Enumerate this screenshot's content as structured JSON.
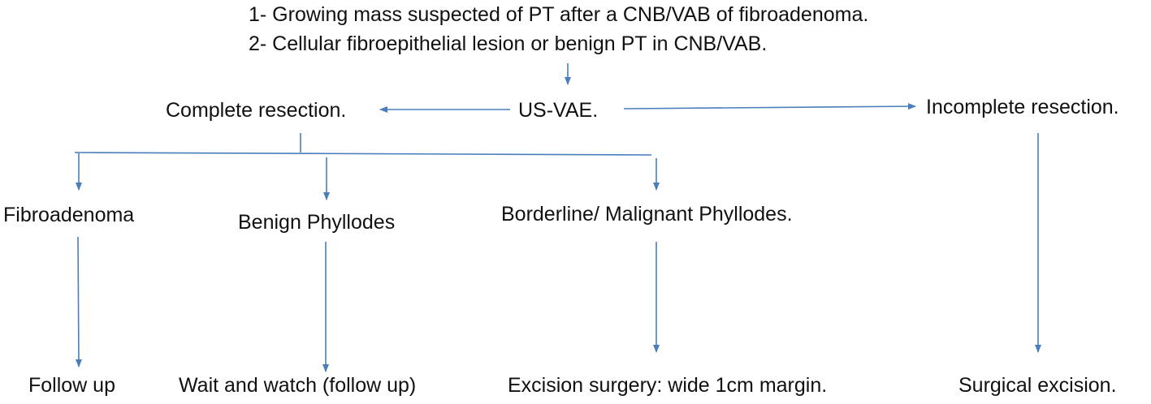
{
  "diagram": {
    "colors": {
      "line": "#4a7ebb",
      "text": "#111111"
    },
    "indications": [
      "1- Growing mass suspected of PT after a CNB/VAB of fibroadenoma.",
      "2- Cellular fibroepithelial lesion or benign PT in CNB/VAB."
    ],
    "procedure": "US-VAE.",
    "outcomes": {
      "complete": "Complete resection.",
      "incomplete": "Incomplete resection."
    },
    "histology": {
      "fibroadenoma": "Fibroadenoma",
      "benign": "Benign Phyllodes",
      "borderline_malignant": "Borderline/ Malignant Phyllodes."
    },
    "management": {
      "fibroadenoma": "Follow up",
      "benign": "Wait and watch (follow up)",
      "borderline_malignant": "Excision surgery: wide 1cm margin.",
      "incomplete": "Surgical excision."
    }
  }
}
